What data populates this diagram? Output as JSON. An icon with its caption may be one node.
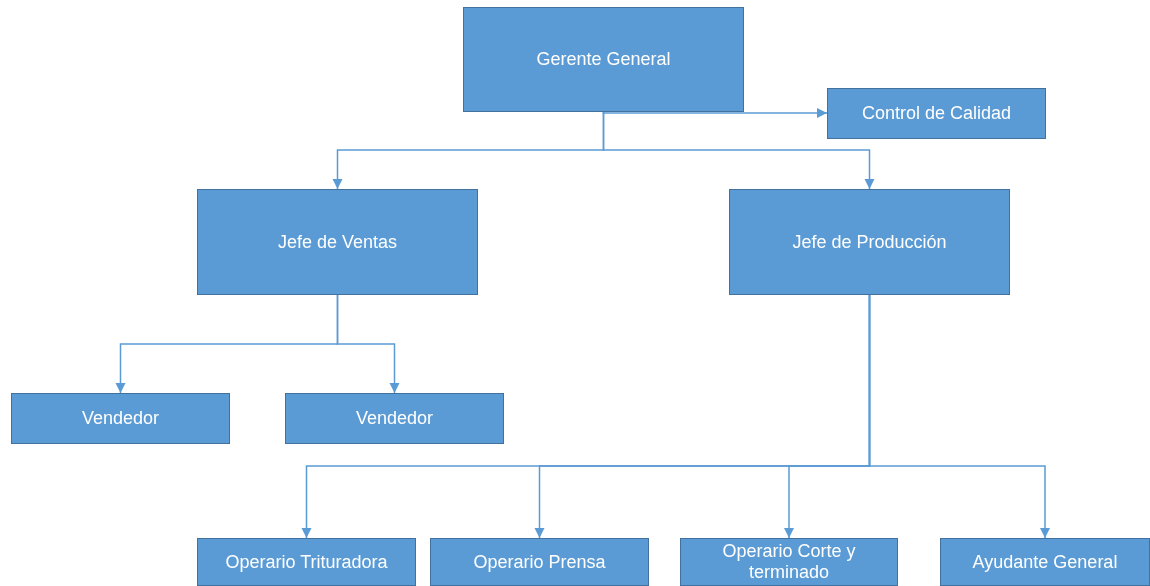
{
  "diagram": {
    "nodes": [
      {
        "text": [
          "Gerente General"
        ]
      },
      {
        "text": [
          "Control de Calidad"
        ]
      },
      {
        "text": [
          "Jefe de Ventas"
        ]
      },
      {
        "text": [
          "Jefe de Producción"
        ]
      },
      {
        "text": [
          "Vendedor"
        ]
      },
      {
        "text": [
          "Vendedor"
        ]
      },
      {
        "text": [
          "Operario Trituradora"
        ]
      },
      {
        "text": [
          "Operario Prensa"
        ]
      },
      {
        "text": [
          "Operario Corte y terminado"
        ]
      },
      {
        "text": [
          "Ayudante General"
        ]
      }
    ],
    "edges": [
      {
        "from": 0,
        "to": 1,
        "arrow": "to"
      },
      {
        "from": 0,
        "to": 2,
        "arrow": "to"
      },
      {
        "from": 0,
        "to": 3,
        "arrow": "to"
      },
      {
        "from": 2,
        "to": 4,
        "arrow": "to"
      },
      {
        "from": 2,
        "to": 5,
        "arrow": "to"
      },
      {
        "from": 3,
        "to": 6,
        "arrow": "to"
      },
      {
        "from": 3,
        "to": 7,
        "arrow": "to"
      },
      {
        "from": 3,
        "to": 8,
        "arrow": "to"
      },
      {
        "from": 3,
        "to": 9,
        "arrow": "to"
      }
    ]
  }
}
